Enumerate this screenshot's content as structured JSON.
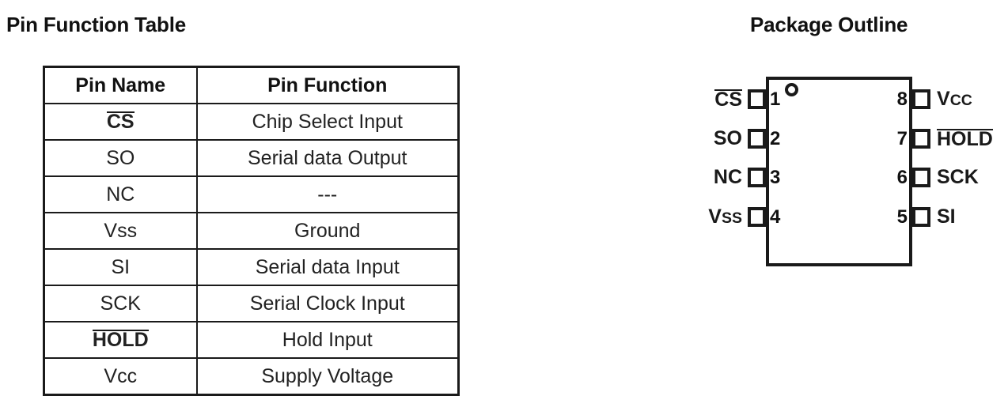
{
  "pin_table": {
    "title": "Pin Function Table",
    "columns": [
      "Pin Name",
      "Pin Function"
    ],
    "rows": [
      {
        "name": "CS",
        "overline": true,
        "function": "Chip Select Input"
      },
      {
        "name": "SO",
        "overline": false,
        "function": "Serial data Output"
      },
      {
        "name": "NC",
        "overline": false,
        "function": "---"
      },
      {
        "name": "Vss",
        "overline": false,
        "function": "Ground"
      },
      {
        "name": "SI",
        "overline": false,
        "function": "Serial data Input"
      },
      {
        "name": "SCK",
        "overline": false,
        "function": "Serial Clock Input"
      },
      {
        "name": "HOLD",
        "overline": true,
        "function": "Hold Input"
      },
      {
        "name": "Vcc",
        "overline": false,
        "function": "Supply Voltage"
      }
    ]
  },
  "package": {
    "title": "Package Outline",
    "pin1_marker": "pin1-dot-icon",
    "left_pins": [
      {
        "number": "1",
        "label": "CS",
        "overline": true
      },
      {
        "number": "2",
        "label": "SO",
        "overline": false
      },
      {
        "number": "3",
        "label": "NC",
        "overline": false
      },
      {
        "number": "4",
        "label": "Vss",
        "overline": false,
        "small_caps": "ss"
      }
    ],
    "right_pins": [
      {
        "number": "8",
        "label": "Vcc",
        "overline": false,
        "small_caps": "cc"
      },
      {
        "number": "7",
        "label": "HOLD",
        "overline": true
      },
      {
        "number": "6",
        "label": "SCK",
        "overline": false
      },
      {
        "number": "5",
        "label": "SI",
        "overline": false
      }
    ]
  },
  "colors": {
    "ink": "#1a1a1a",
    "background": "#ffffff"
  }
}
